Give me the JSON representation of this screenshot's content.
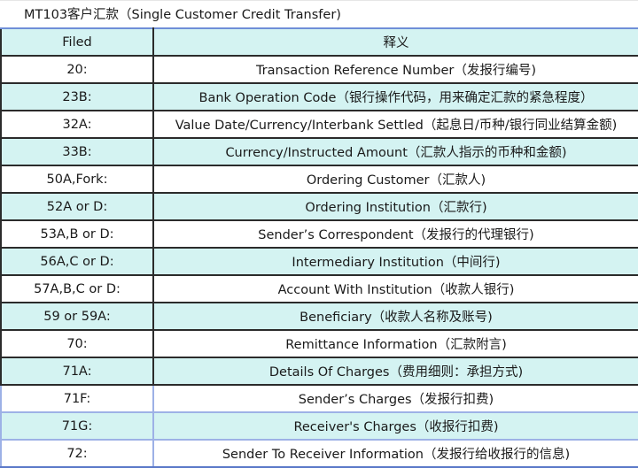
{
  "title": "MT103客户汇款（Single Customer Credit Transfer)",
  "table": {
    "headers": {
      "field": "Filed",
      "meaning": "释义"
    },
    "rows": [
      {
        "field": "20:",
        "meaning": "Transaction Reference Number（发报行编号)"
      },
      {
        "field": "23B:",
        "meaning": "Bank Operation Code（银行操作代码，用来确定汇款的紧急程度）"
      },
      {
        "field": "32A:",
        "meaning": "Value Date/Currency/Interbank Settled（起息日/币种/银行同业结算金额)"
      },
      {
        "field": "33B:",
        "meaning": "Currency/Instructed Amount（汇款人指示的币种和金额)"
      },
      {
        "field": "50A,Fork:",
        "meaning": "Ordering Customer（汇款人)"
      },
      {
        "field": "52A or D:",
        "meaning": "Ordering Institution（汇款行)"
      },
      {
        "field": "53A,B or D:",
        "meaning": "Sender’s Correspondent（发报行的代理银行)"
      },
      {
        "field": "56A,C or D:",
        "meaning": "Intermediary Institution（中间行)"
      },
      {
        "field": "57A,B,C or D:",
        "meaning": "Account With Institution（收款人银行)"
      },
      {
        "field": "59 or 59A:",
        "meaning": "Beneficiary（收款人名称及账号)"
      },
      {
        "field": "70:",
        "meaning": "Remittance Information（汇款附言)"
      },
      {
        "field": "71A:",
        "meaning": "Details Of Charges（费用细则：承担方式)"
      },
      {
        "field": "71F:",
        "meaning": "Sender’s Charges（发报行扣费)"
      },
      {
        "field": "71G:",
        "meaning": "Receiver's Charges（收报行扣费)"
      },
      {
        "field": "72:",
        "meaning": "Sender To Receiver Information（发报行给收报行的信息)"
      }
    ]
  },
  "colors": {
    "teal_row": "#d4f3f2",
    "dark_border": "#2b2b2b",
    "blue_border": "#9db1e6",
    "header_top_border": "#6f8fd8"
  }
}
